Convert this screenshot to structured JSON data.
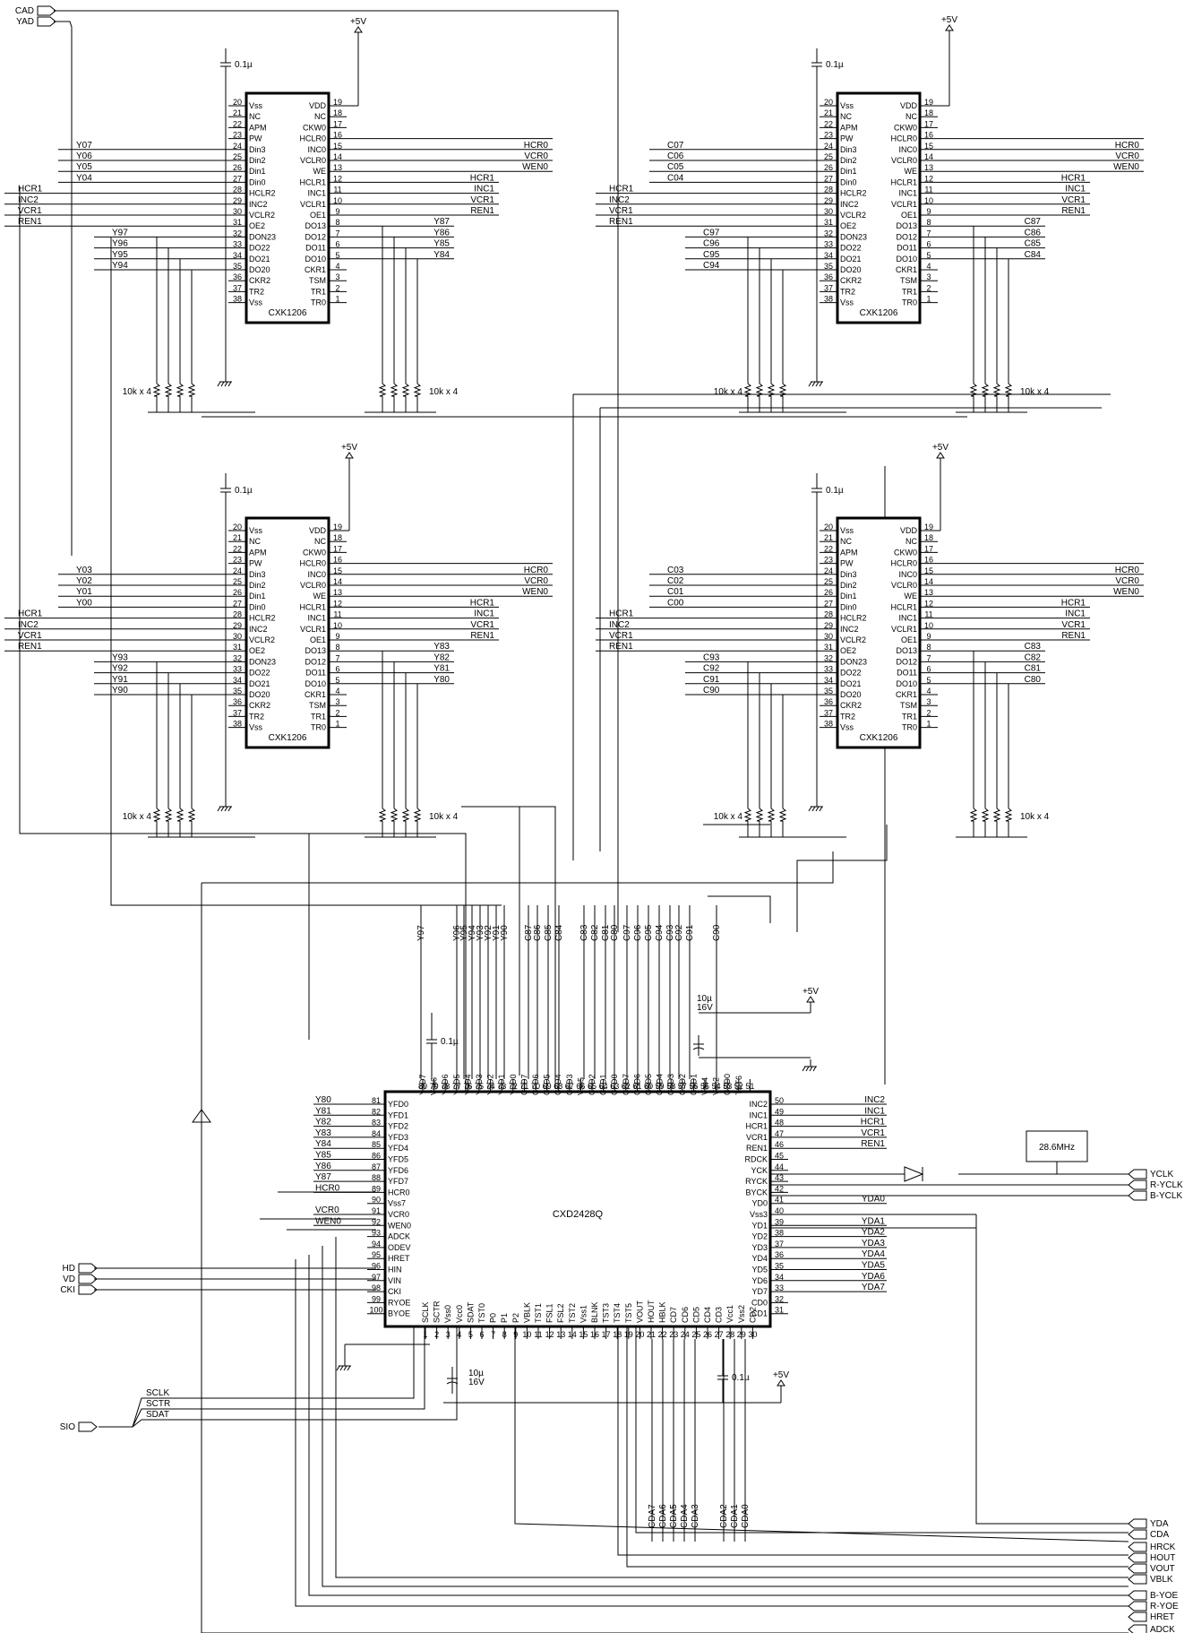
{
  "title": "",
  "top_connectors": [
    "CAD",
    "YAD"
  ],
  "left_connectors": [
    "HD",
    "VD",
    "CKI"
  ],
  "sio_connector": "SIO",
  "sio_signals": [
    "SCLK",
    "SCTR",
    "SDAT"
  ],
  "right_top_connectors": [
    "YCLK",
    "R-YCLK",
    "B-YCLK"
  ],
  "right_bottom_connectors": [
    "YDA",
    "CDA",
    "HRCK",
    "HOUT",
    "VOUT",
    "VBLK",
    "B-YOE",
    "R-YOE",
    "HRET",
    "ADCK"
  ],
  "crystal": "28.6MHz",
  "power": "+5V",
  "cap_small": "0.1µ",
  "cap_big": [
    "10µ",
    "16V"
  ],
  "resnet": "10k x 4",
  "memory_chip": {
    "name": "CXK1206",
    "left_pins": [
      {
        "num": "20",
        "name": "Vss"
      },
      {
        "num": "21",
        "name": "NC"
      },
      {
        "num": "22",
        "name": "APM"
      },
      {
        "num": "23",
        "name": "PW"
      },
      {
        "num": "24",
        "name": "Din3"
      },
      {
        "num": "25",
        "name": "Din2"
      },
      {
        "num": "26",
        "name": "Din1"
      },
      {
        "num": "27",
        "name": "Din0"
      },
      {
        "num": "28",
        "name": "HCLR2"
      },
      {
        "num": "29",
        "name": "INC2"
      },
      {
        "num": "30",
        "name": "VCLR2"
      },
      {
        "num": "31",
        "name": "OE2"
      },
      {
        "num": "32",
        "name": "DON23"
      },
      {
        "num": "33",
        "name": "DO22"
      },
      {
        "num": "34",
        "name": "DO21"
      },
      {
        "num": "35",
        "name": "DO20"
      },
      {
        "num": "36",
        "name": "CKR2"
      },
      {
        "num": "37",
        "name": "TR2"
      },
      {
        "num": "38",
        "name": "Vss"
      }
    ],
    "right_pins": [
      {
        "num": "19",
        "name": "VDD"
      },
      {
        "num": "18",
        "name": "NC"
      },
      {
        "num": "17",
        "name": "CKW0"
      },
      {
        "num": "16",
        "name": "HCLR0"
      },
      {
        "num": "15",
        "name": "INC0"
      },
      {
        "num": "14",
        "name": "VCLR0"
      },
      {
        "num": "13",
        "name": "WE"
      },
      {
        "num": "12",
        "name": "HCLR1"
      },
      {
        "num": "11",
        "name": "INC1"
      },
      {
        "num": "10",
        "name": "VCLR1"
      },
      {
        "num": "9",
        "name": "OE1"
      },
      {
        "num": "8",
        "name": "DO13"
      },
      {
        "num": "7",
        "name": "DO12"
      },
      {
        "num": "6",
        "name": "DO11"
      },
      {
        "num": "5",
        "name": "DO10"
      },
      {
        "num": "4",
        "name": "CKR1"
      },
      {
        "num": "3",
        "name": "TSM"
      },
      {
        "num": "2",
        "name": "TR1"
      },
      {
        "num": "1",
        "name": "TR0"
      }
    ]
  },
  "mem_blocks": [
    {
      "din_labels": [
        "Y07",
        "Y06",
        "Y05",
        "Y04"
      ],
      "left_ctrl": [
        "HCR1",
        "INC2",
        "VCR1",
        "REN1"
      ],
      "do2_labels": [
        "Y97",
        "Y96",
        "Y95",
        "Y94"
      ],
      "right_ctrl": [
        "HCR0",
        "VCR0",
        "WEN0"
      ],
      "right_ctrl2": [
        "HCR1",
        "INC1",
        "VCR1",
        "REN1"
      ],
      "do1_labels": [
        "Y87",
        "Y86",
        "Y85",
        "Y84"
      ]
    },
    {
      "din_labels": [
        "Y03",
        "Y02",
        "Y01",
        "Y00"
      ],
      "left_ctrl": [
        "HCR1",
        "INC2",
        "VCR1",
        "REN1"
      ],
      "do2_labels": [
        "Y93",
        "Y92",
        "Y91",
        "Y90"
      ],
      "right_ctrl": [
        "HCR0",
        "VCR0",
        "WEN0"
      ],
      "right_ctrl2": [
        "HCR1",
        "INC1",
        "VCR1",
        "REN1"
      ],
      "do1_labels": [
        "Y83",
        "Y82",
        "Y81",
        "Y80"
      ]
    },
    {
      "din_labels": [
        "C07",
        "C06",
        "C05",
        "C04"
      ],
      "left_ctrl": [
        "HCR1",
        "INC2",
        "VCR1",
        "REN1"
      ],
      "do2_labels": [
        "C97",
        "C96",
        "C95",
        "C94"
      ],
      "right_ctrl": [
        "HCR0",
        "VCR0",
        "WEN0"
      ],
      "right_ctrl2": [
        "HCR1",
        "INC1",
        "VCR1",
        "REN1"
      ],
      "do1_labels": [
        "C87",
        "C86",
        "C85",
        "C84"
      ]
    },
    {
      "din_labels": [
        "C03",
        "C02",
        "C01",
        "C00"
      ],
      "left_ctrl": [
        "HCR1",
        "INC2",
        "VCR1",
        "REN1"
      ],
      "do2_labels": [
        "C93",
        "C92",
        "C91",
        "C90"
      ],
      "right_ctrl": [
        "HCR0",
        "VCR0",
        "WEN0"
      ],
      "right_ctrl2": [
        "HCR1",
        "INC1",
        "VCR1",
        "REN1"
      ],
      "do1_labels": [
        "C83",
        "C82",
        "C81",
        "C80"
      ]
    }
  ],
  "main_chip": {
    "name": "CXD2428Q",
    "left_pins": [
      {
        "num": "81",
        "name": "YFD0",
        "net": "Y80"
      },
      {
        "num": "82",
        "name": "YFD1",
        "net": "Y81"
      },
      {
        "num": "83",
        "name": "YFD2",
        "net": "Y82"
      },
      {
        "num": "84",
        "name": "YFD3",
        "net": "Y83"
      },
      {
        "num": "85",
        "name": "YFD4",
        "net": "Y84"
      },
      {
        "num": "86",
        "name": "YFD5",
        "net": "Y85"
      },
      {
        "num": "87",
        "name": "YFD6",
        "net": "Y86"
      },
      {
        "num": "88",
        "name": "YFD7",
        "net": "Y87"
      },
      {
        "num": "89",
        "name": "HCR0",
        "net": "HCR0"
      },
      {
        "num": "90",
        "name": "Vss7",
        "net": ""
      },
      {
        "num": "91",
        "name": "VCR0",
        "net": "VCR0"
      },
      {
        "num": "92",
        "name": "WEN0",
        "net": "WEN0"
      },
      {
        "num": "93",
        "name": "ADCK",
        "net": ""
      },
      {
        "num": "94",
        "name": "ODEV",
        "net": ""
      },
      {
        "num": "95",
        "name": "HRET",
        "net": ""
      },
      {
        "num": "96",
        "name": "HIN",
        "net": ""
      },
      {
        "num": "97",
        "name": "VIN",
        "net": ""
      },
      {
        "num": "98",
        "name": "CKI",
        "net": ""
      },
      {
        "num": "99",
        "name": "RYOE",
        "net": ""
      },
      {
        "num": "100",
        "name": "BYOE",
        "net": ""
      }
    ],
    "right_pins": [
      {
        "num": "50",
        "name": "INC2",
        "net": "INC2"
      },
      {
        "num": "49",
        "name": "INC1",
        "net": "INC1"
      },
      {
        "num": "48",
        "name": "HCR1",
        "net": "HCR1"
      },
      {
        "num": "47",
        "name": "VCR1",
        "net": "VCR1"
      },
      {
        "num": "46",
        "name": "REN1",
        "net": "REN1"
      },
      {
        "num": "45",
        "name": "RDCK",
        "net": ""
      },
      {
        "num": "44",
        "name": "YCK",
        "net": ""
      },
      {
        "num": "43",
        "name": "RYCK",
        "net": ""
      },
      {
        "num": "42",
        "name": "BYCK",
        "net": ""
      },
      {
        "num": "41",
        "name": "YD0",
        "net": "YDA0"
      },
      {
        "num": "40",
        "name": "Vss3",
        "net": ""
      },
      {
        "num": "39",
        "name": "YD1",
        "net": "YDA1"
      },
      {
        "num": "38",
        "name": "YD2",
        "net": "YDA2"
      },
      {
        "num": "37",
        "name": "YD3",
        "net": "YDA3"
      },
      {
        "num": "36",
        "name": "YD4",
        "net": "YDA4"
      },
      {
        "num": "35",
        "name": "YD5",
        "net": "YDA5"
      },
      {
        "num": "34",
        "name": "YD6",
        "net": "YDA6"
      },
      {
        "num": "33",
        "name": "YD7",
        "net": "YDA7"
      },
      {
        "num": "32",
        "name": "CD0",
        "net": ""
      },
      {
        "num": "31",
        "name": "CD1",
        "net": ""
      }
    ],
    "top_pins": [
      {
        "num": "80",
        "name": "YSD7"
      },
      {
        "num": "79",
        "name": "Vss6"
      },
      {
        "num": "78",
        "name": "YSD6"
      },
      {
        "num": "77",
        "name": "YSD5"
      },
      {
        "num": "76",
        "name": "YSD4"
      },
      {
        "num": "75",
        "name": "YSD3"
      },
      {
        "num": "74",
        "name": "YSD2"
      },
      {
        "num": "73",
        "name": "YSD1"
      },
      {
        "num": "72",
        "name": "YSD0"
      },
      {
        "num": "71",
        "name": "CFD7"
      },
      {
        "num": "70",
        "name": "CFD6"
      },
      {
        "num": "69",
        "name": "CFD5"
      },
      {
        "num": "68",
        "name": "CFD4"
      },
      {
        "num": "67",
        "name": "CFD3"
      },
      {
        "num": "66",
        "name": "Vss5"
      },
      {
        "num": "65",
        "name": "CFD2"
      },
      {
        "num": "64",
        "name": "CFD1"
      },
      {
        "num": "63",
        "name": "CFD0"
      },
      {
        "num": "62",
        "name": "CSD7"
      },
      {
        "num": "61",
        "name": "CSD6"
      },
      {
        "num": "60",
        "name": "CSD5"
      },
      {
        "num": "59",
        "name": "CSD4"
      },
      {
        "num": "58",
        "name": "CSD3"
      },
      {
        "num": "57",
        "name": "CSD2"
      },
      {
        "num": "56",
        "name": "CSD1"
      },
      {
        "num": "55",
        "name": "Vss4"
      },
      {
        "num": "54",
        "name": "Vcc2"
      },
      {
        "num": "53",
        "name": "CSD0"
      },
      {
        "num": "52",
        "name": "TST6"
      },
      {
        "num": "51",
        "name": ""
      }
    ],
    "bottom_pins": [
      {
        "num": "1",
        "name": "SCLK"
      },
      {
        "num": "2",
        "name": "SCTR"
      },
      {
        "num": "3",
        "name": "Vss0"
      },
      {
        "num": "4",
        "name": "Vcc0"
      },
      {
        "num": "5",
        "name": "SDAT"
      },
      {
        "num": "6",
        "name": "TST0"
      },
      {
        "num": "7",
        "name": "P0"
      },
      {
        "num": "8",
        "name": "P1"
      },
      {
        "num": "9",
        "name": "P2"
      },
      {
        "num": "10",
        "name": "VBLK"
      },
      {
        "num": "11",
        "name": "TST1"
      },
      {
        "num": "12",
        "name": "FSL1"
      },
      {
        "num": "13",
        "name": "FSL2"
      },
      {
        "num": "14",
        "name": "TST2"
      },
      {
        "num": "15",
        "name": "Vss1"
      },
      {
        "num": "16",
        "name": "BLNK"
      },
      {
        "num": "17",
        "name": "TST3"
      },
      {
        "num": "18",
        "name": "TST4"
      },
      {
        "num": "19",
        "name": "TST5"
      },
      {
        "num": "20",
        "name": "VOUT"
      },
      {
        "num": "21",
        "name": "HOUT"
      },
      {
        "num": "22",
        "name": "HBLK"
      },
      {
        "num": "23",
        "name": "CD7"
      },
      {
        "num": "24",
        "name": "CD6"
      },
      {
        "num": "25",
        "name": "CD5"
      },
      {
        "num": "26",
        "name": "CD4"
      },
      {
        "num": "27",
        "name": "CD3"
      },
      {
        "num": "28",
        "name": "Vcc1"
      },
      {
        "num": "29",
        "name": "Vss2"
      },
      {
        "num": "30",
        "name": "CD2"
      }
    ]
  },
  "top_bus_labels": [
    "Y97",
    "Y96",
    "Y95",
    "Y94",
    "Y93",
    "Y92",
    "Y91",
    "Y90",
    "C87",
    "C86",
    "C85",
    "C84",
    "C83",
    "C82",
    "C81",
    "C80",
    "C97",
    "C96",
    "C95",
    "C94",
    "C93",
    "C92",
    "C91",
    "C90"
  ],
  "bottom_bus_labels": [
    "CDA7",
    "CDA6",
    "CDA5",
    "CDA4",
    "CDA3",
    "CDA2",
    "CDA1",
    "CDA0"
  ]
}
